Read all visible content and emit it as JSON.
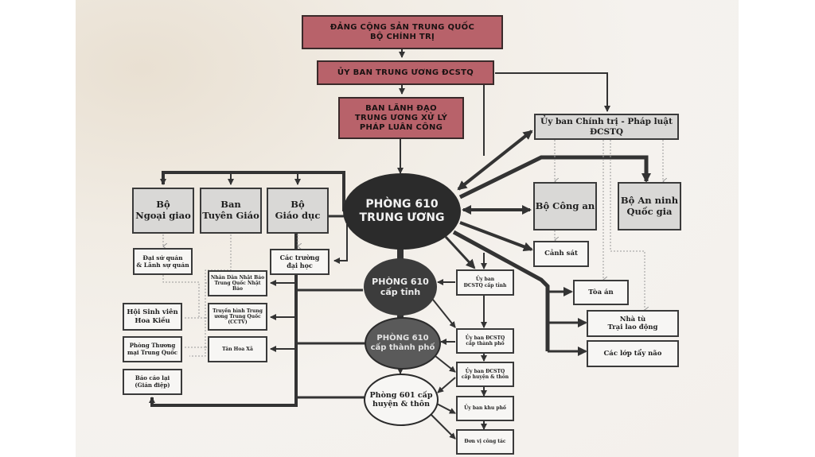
{
  "diagram": {
    "top": {
      "party_politburo": "ĐẢNG CỘNG SẢN TRUNG QUỐC\nBỘ CHÍNH TRỊ",
      "central_committee": "ỦY BAN TRUNG ƯƠNG ĐCSTQ",
      "falun_gong_leading_group": "BAN LÃNH ĐẠO\nTRUNG ƯƠNG XỬ LÝ\nPHÁP LUÂN CÔNG"
    },
    "political_legal_committee": "Ủy ban Chính trị - Pháp luật\nĐCSTQ",
    "ministries_left": [
      "Bộ\nNgoại giao",
      "Ban\nTuyên Giáo",
      "Bộ\nGiáo dục"
    ],
    "ministries_right": [
      "Bộ Công an",
      "Bộ An ninh\nQuốc gia"
    ],
    "offices": {
      "central": "PHÒNG 610\nTRUNG ƯƠNG",
      "province": "PHÒNG 610\ncấp tỉnh",
      "city": "PHÒNG 610\ncấp thành phố",
      "county": "Phòng 601 cấp\nhuyện & thôn"
    },
    "left_units": {
      "embassies": "Đại sứ quán\n& Lãnh sự quán",
      "universities": "Các trường\nđại học",
      "peoples_daily": "Nhân Dân Nhật Báo\nTrung Quốc Nhật Báo",
      "cctv": "Truyền hình Trung\nương Trung Quốc\n(CCTV)",
      "xinhua": "Tân Hoa Xã",
      "student_assoc": "Hội Sinh viên\nHoa Kiều",
      "chamber_commerce": "Phòng Thương\nmại Trung Quốc",
      "informants": "Báo cáo lại\n(Gián điệp)"
    },
    "committees": [
      "Ủy ban\nĐCSTQ cấp tỉnh",
      "Ủy ban ĐCSTQ\ncấp thành phố",
      "Ủy ban ĐCSTQ\ncấp huyện & thôn",
      "Ủy ban khu phố",
      "Đơn vị công tác"
    ],
    "right_units": {
      "police": "Cảnh sát",
      "courts": "Tòa án",
      "prisons": "Nhà tù\nTrại lao động",
      "brainwashing": "Các lớp tẩy não"
    },
    "colors": {
      "red_box": "#b8626a",
      "gray_box": "#d9d8d6",
      "dark_ellipse": "#2b2b2b",
      "mid_ellipse": "#4a4a4a",
      "line": "#333333"
    }
  }
}
